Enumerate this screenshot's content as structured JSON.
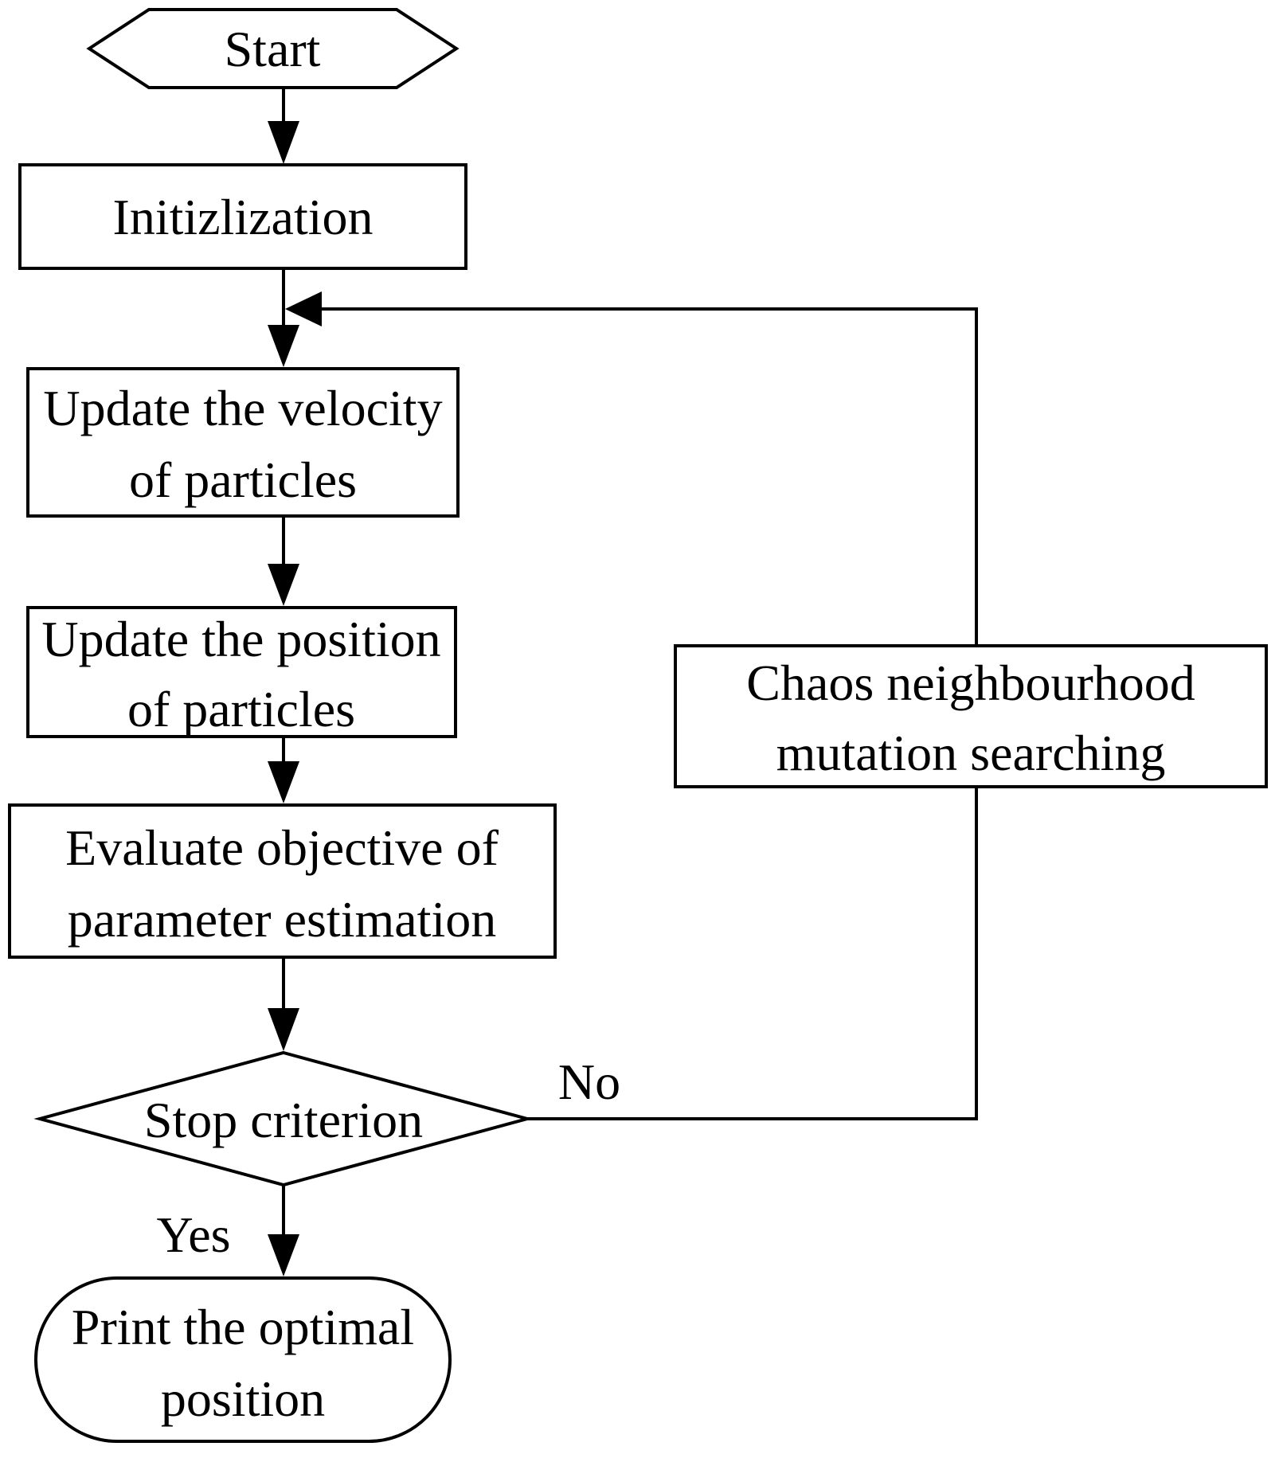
{
  "colors": {
    "background": "#ffffff",
    "stroke": "#000000",
    "node_fill": "#ffffff",
    "text": "#000000"
  },
  "nodes": {
    "start": {
      "type": "hexagon-terminal",
      "label": "Start"
    },
    "initialization": {
      "type": "process",
      "label": "Initizlization"
    },
    "update_velocity": {
      "type": "process",
      "label": "Update the velocity of particles",
      "lines": [
        "Update the velocity",
        "of particles"
      ]
    },
    "update_position": {
      "type": "process",
      "label": "Update the position of particles",
      "lines": [
        "Update the position",
        "of particles"
      ]
    },
    "evaluate_objective": {
      "type": "process",
      "label": "Evaluate objective of parameter estimation",
      "lines": [
        "Evaluate objective of",
        "parameter estimation"
      ]
    },
    "stop_criterion": {
      "type": "decision",
      "label": "Stop criterion"
    },
    "chaos_mutation": {
      "type": "process",
      "label": "Chaos neighbourhood mutation searching",
      "lines": [
        "Chaos neighbourhood",
        "mutation searching"
      ]
    },
    "print_optimal": {
      "type": "terminal",
      "label": "Print the optimal position",
      "lines": [
        "Print the optimal",
        "position"
      ]
    }
  },
  "edge_labels": {
    "no": "No",
    "yes": "Yes"
  }
}
